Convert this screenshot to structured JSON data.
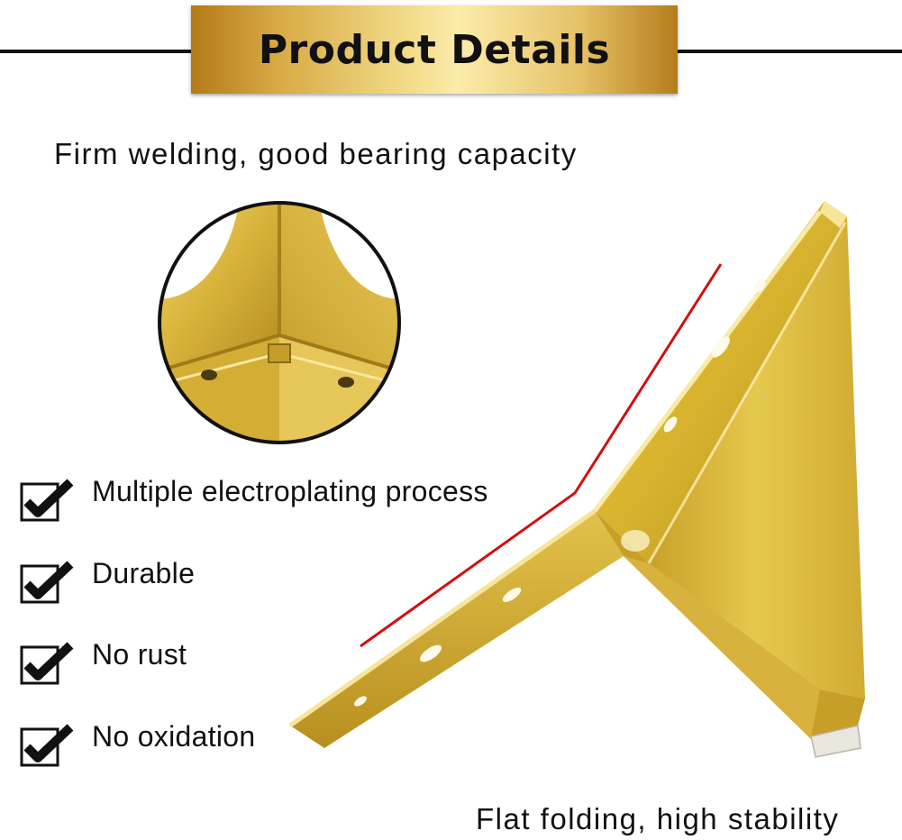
{
  "banner": {
    "title": "Product Details"
  },
  "captions": {
    "top": "Firm welding, good bearing capacity",
    "bottom": "Flat folding, high stability"
  },
  "features": [
    {
      "label": "Multiple electroplating process",
      "icon": "checkbox-checked-icon"
    },
    {
      "label": "Durable",
      "icon": "checkbox-checked-icon"
    },
    {
      "label": "No rust",
      "icon": "checkbox-checked-icon"
    },
    {
      "label": "No oxidation",
      "icon": "checkbox-checked-icon"
    }
  ],
  "colors": {
    "gold": "#d9b52f",
    "gold_light": "#f4dc6a",
    "gold_dark": "#a7801a",
    "accent_line": "#d01010",
    "rule": "#111111"
  }
}
